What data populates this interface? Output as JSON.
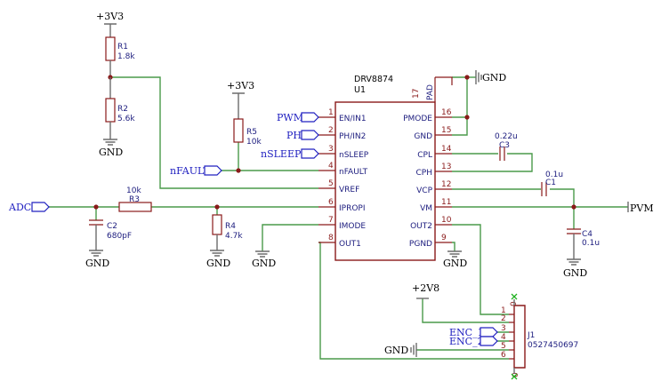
{
  "u1": {
    "part": "DRV8874",
    "ref": "U1",
    "left_pins": [
      {
        "num": "1",
        "name": "EN/IN1"
      },
      {
        "num": "2",
        "name": "PH/IN2"
      },
      {
        "num": "3",
        "name": "nSLEEP"
      },
      {
        "num": "4",
        "name": "nFAULT"
      },
      {
        "num": "5",
        "name": "VREF"
      },
      {
        "num": "6",
        "name": "IPROPI"
      },
      {
        "num": "7",
        "name": "IMODE"
      },
      {
        "num": "8",
        "name": "OUT1"
      }
    ],
    "right_pins": [
      {
        "num": "16",
        "name": "PMODE"
      },
      {
        "num": "15",
        "name": "GND"
      },
      {
        "num": "14",
        "name": "CPL"
      },
      {
        "num": "13",
        "name": "CPH"
      },
      {
        "num": "12",
        "name": "VCP"
      },
      {
        "num": "11",
        "name": "VM"
      },
      {
        "num": "10",
        "name": "OUT2"
      },
      {
        "num": "9",
        "name": "PGND"
      }
    ],
    "top_pin": {
      "num": "17",
      "name": "PAD"
    }
  },
  "resistors": [
    {
      "ref": "R1",
      "value": "1.8k"
    },
    {
      "ref": "R2",
      "value": "5.6k"
    },
    {
      "ref": "R3",
      "value": "10k"
    },
    {
      "ref": "R4",
      "value": "4.7k"
    },
    {
      "ref": "R5",
      "value": "10k"
    }
  ],
  "capacitors": [
    {
      "ref": "C1",
      "value": "0.1u"
    },
    {
      "ref": "C2",
      "value": "680pF"
    },
    {
      "ref": "C3",
      "value": "0.22u"
    },
    {
      "ref": "C4",
      "value": "0.1u"
    }
  ],
  "connector": {
    "ref": "J1",
    "part": "0527450697",
    "pins": [
      "0",
      "1",
      "2",
      "3",
      "4",
      "5",
      "6",
      "0"
    ]
  },
  "power": {
    "v3v3": "+3V3",
    "v2v8": "+2V8",
    "gnd": "GND"
  },
  "nets": {
    "adc": "ADC",
    "pwm": "PWM",
    "ph": "PH",
    "nsleep": "nSLEEP",
    "nfault": "nFAULT",
    "enc1": "ENC_1",
    "enc2": "ENC_2",
    "pvm": "PVM"
  }
}
